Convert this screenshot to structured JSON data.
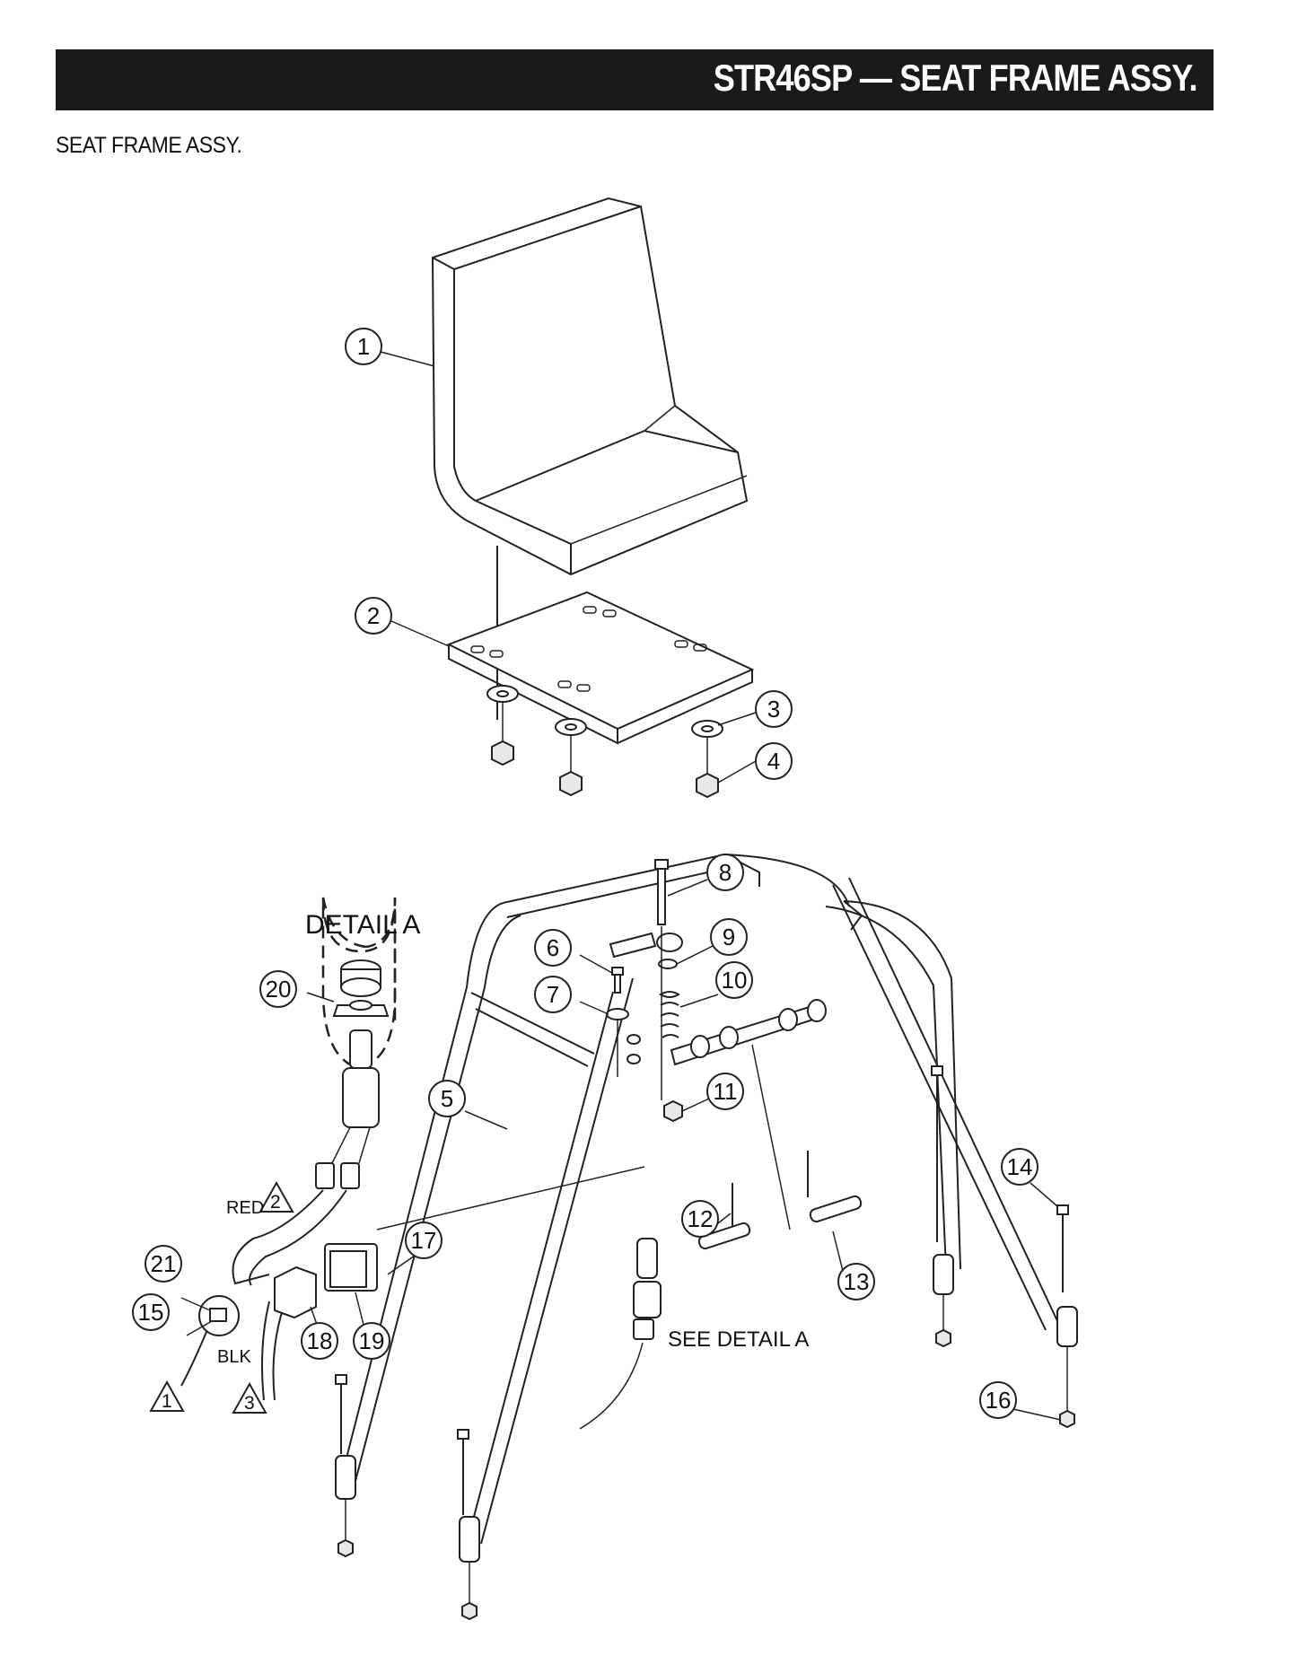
{
  "header": {
    "title": "STR46SP — SEAT FRAME  ASSY."
  },
  "subtitle": "SEAT FRAME ASSY.",
  "detail_label": "DETAIL A",
  "see_detail_label": "SEE DETAIL A",
  "wire_labels": {
    "red": "RED",
    "black": "BLK"
  },
  "notes": [
    "1",
    "2",
    "3"
  ],
  "callouts": [
    "1",
    "2",
    "3",
    "4",
    "5",
    "6",
    "7",
    "8",
    "9",
    "10",
    "11",
    "12",
    "13",
    "14",
    "15",
    "16",
    "17",
    "18",
    "19",
    "20",
    "21"
  ]
}
